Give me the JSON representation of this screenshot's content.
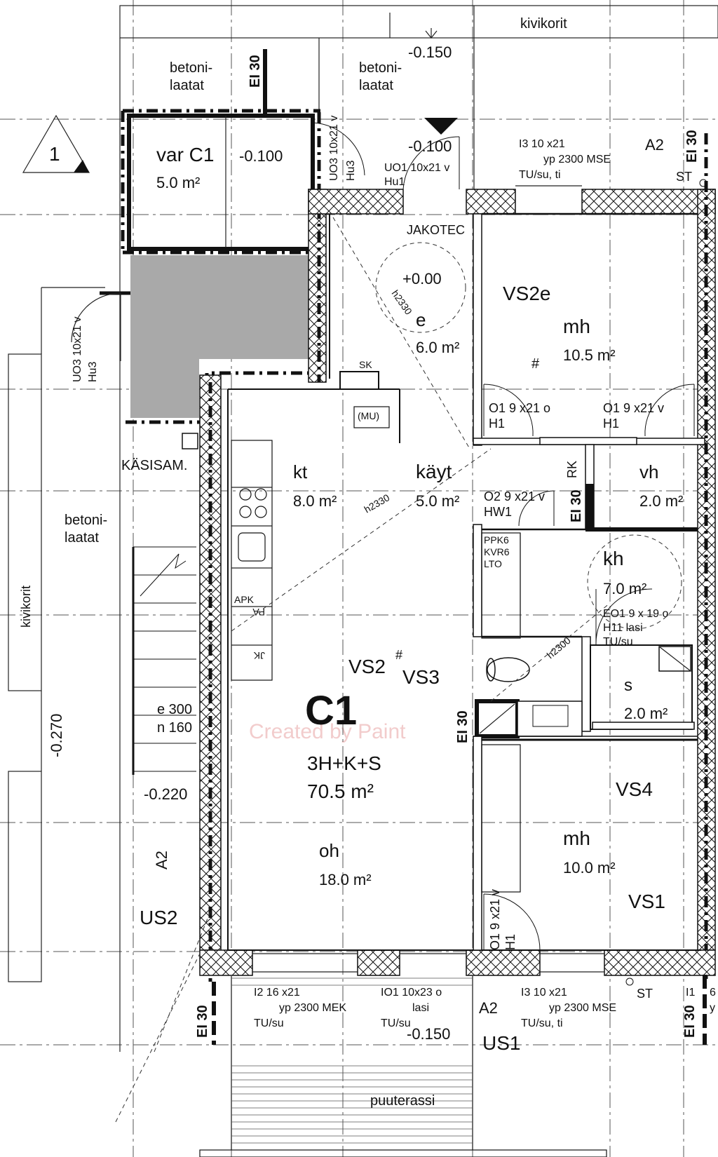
{
  "labels": {
    "kivikorit_top": "kivikorit",
    "kivikorit_side": "kivikorit",
    "betonilaatat": [
      "betoni-",
      "laatat"
    ],
    "betonilaatat_side": [
      "betoni-",
      "laatat"
    ],
    "level_top": "-0.150",
    "level_terrace": "-0.100",
    "level_var": "-0.100",
    "level_entry": "+0.00",
    "level_side": "-0.270",
    "level_stairs": "-0.220",
    "level_bottom": "-0.150",
    "section_mark": "1",
    "ei30": "EI 30",
    "jakotec": "JAKOTEC",
    "h2330": "h2330",
    "h2300": "h2300",
    "sk": "SK",
    "mu": "(MU)",
    "kasisam": "KÄSISAM.",
    "apk": "APK",
    "pa": "PA",
    "jk": "JK",
    "rk": "RK",
    "vs2e": "VS2e",
    "vs2": "VS2",
    "vs3": "VS3",
    "vs4": "VS4",
    "vs1": "VS1",
    "us2": "US2",
    "us1": "US1",
    "a2": "A2",
    "hash": "#",
    "st": "ST",
    "stair_e": "e 300",
    "stair_n": "n 160",
    "puuterassi": "puuterassi",
    "ppk": [
      "PPK6",
      "KVR6",
      "LTO"
    ]
  },
  "apartment": {
    "code": "C1",
    "type": "3H+K+S",
    "area": "70.5 m²"
  },
  "rooms": [
    {
      "name": "var C1",
      "area": "5.0 m²"
    },
    {
      "name": "e",
      "area": "6.0 m²"
    },
    {
      "name": "mh",
      "area": "10.5 m²"
    },
    {
      "name": "kt",
      "area": "8.0 m²"
    },
    {
      "name": "käyt",
      "area": "5.0 m²"
    },
    {
      "name": "vh",
      "area": "2.0 m²"
    },
    {
      "name": "kh",
      "area": "7.0 m²"
    },
    {
      "name": "s",
      "area": "2.0 m²"
    },
    {
      "name": "oh",
      "area": "18.0 m²"
    },
    {
      "name": "mh",
      "area": "10.0 m²"
    }
  ],
  "doors": {
    "uo3_top": [
      "UO3  10x21 v",
      "Hu3"
    ],
    "uo1": [
      "UO1  10x21 v",
      "Hu1"
    ],
    "i3_top": [
      "I3    10    x21",
      "yp  2300   MSE",
      "TU/su, ti"
    ],
    "uo3_left": [
      "UO3  10x21 v",
      "Hu3"
    ],
    "o1_left": [
      "O1    9    x21 o",
      "H1"
    ],
    "o1_right": [
      "O1    9    x21 v",
      "H1"
    ],
    "o2": [
      "O2    9    x21 v",
      "HW1"
    ],
    "eo1": [
      "EO1   9   x 19 o",
      "H11   lasi",
      "TU/su"
    ],
    "o1_bottom": [
      "O1    9    x21 v",
      "H1"
    ],
    "i2": [
      "I2    16    x21",
      "yp  2300   MEK",
      "TU/su"
    ],
    "io1": [
      "IO1    10x23 o",
      "lasi",
      "TU/su"
    ],
    "i3_bottom": [
      "I3    10    x21",
      "yp  2300   MSE",
      "TU/su, ti"
    ],
    "i1_partial": [
      "I1",
      "6",
      "y"
    ]
  },
  "watermark": "Created by Paint",
  "colors": {
    "line": "#111111",
    "shaded": "#a9a9a9",
    "watermark": "#f2cccc"
  }
}
